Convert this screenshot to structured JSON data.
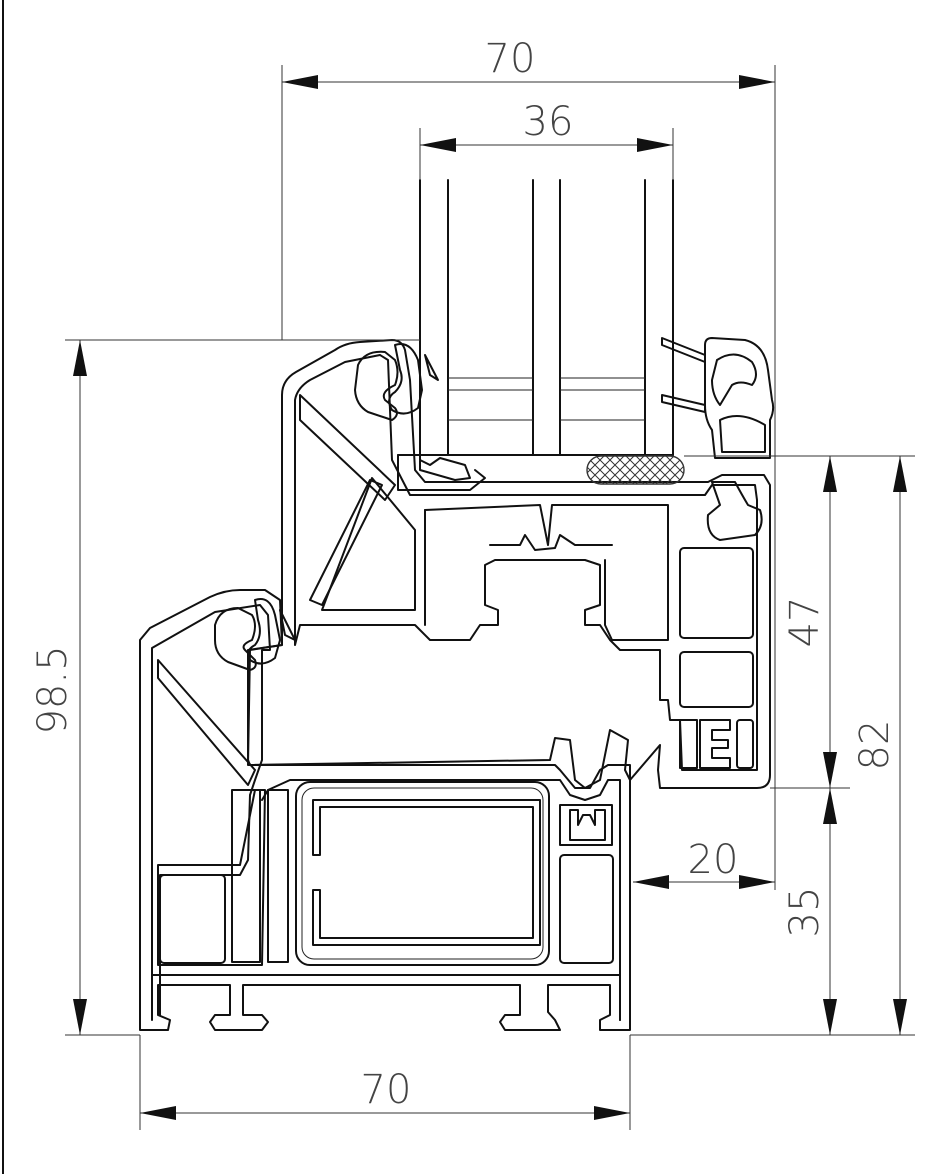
{
  "dimensions": {
    "top_width": "70",
    "glass_width": "36",
    "overall_height": "98.5",
    "sash_height": "47",
    "frame_height": "82",
    "lower_height": "35",
    "offset": "20",
    "bottom_width": "70"
  },
  "colors": {
    "line": "#111111",
    "dimension_text": "#444444",
    "background": "#ffffff"
  }
}
